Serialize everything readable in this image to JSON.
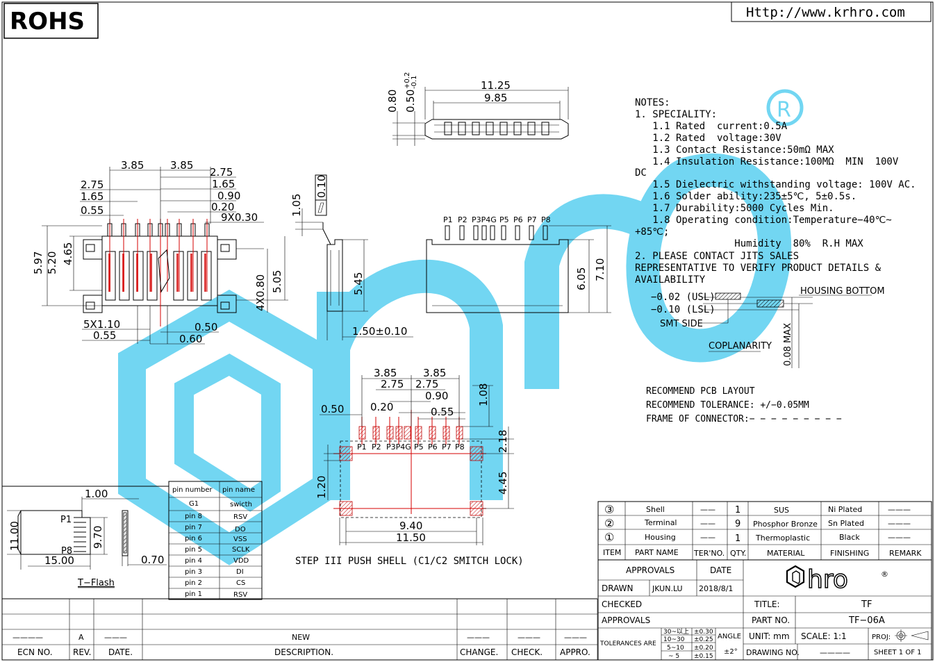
{
  "header": {
    "rohs": "ROHS",
    "url": "Http://www.krhro.com"
  },
  "colors": {
    "watermark": "#5ad0f0",
    "pad": "#d40000",
    "line": "#000000"
  },
  "top_view": {
    "d1": "11.25",
    "d2": "9.85",
    "d3": "0.80",
    "d4": "0.50",
    "tol_plus": "+0.2",
    "tol_minus": "-0.1"
  },
  "front_view": {
    "d385a": "3.85",
    "d385b": "3.85",
    "d275r": "2.75",
    "d275l": "2.75",
    "d165l": "1.65",
    "d165r": "1.65",
    "d090": "0.90",
    "d055": "0.55",
    "d020": "0.20",
    "d9x030": "9X0.30",
    "d597": "5.97",
    "d520": "5.20",
    "d465": "4.65",
    "d4x080": "4X0.80",
    "d505": "5.05",
    "d5x110": "5X1.10",
    "d055b": "0.55",
    "d050": "0.50",
    "d060": "0.60"
  },
  "side_view": {
    "d105": "1.05",
    "d010": "0.10",
    "d545": "5.45",
    "d150": "1.50±0.10"
  },
  "rear_view": {
    "pins": [
      "P1",
      "P2",
      "P3P4G",
      "P5",
      "P6",
      "P7",
      "P8"
    ],
    "d605": "6.05",
    "d710": "7.10"
  },
  "notes": {
    "lines": [
      "NOTES:",
      "1. SPECIALITY:",
      "   1.1 Rated  current:0.5A",
      "   1.2 Rated  voltage:30V",
      "   1.3 Contact Resistance:50mΩ MAX",
      "   1.4 Insulation Resistance:100MΩ  MIN  100V",
      "DC",
      "   1.5 Dielectric withstanding voltage: 100V AC.",
      "   1.6 Solder ability:235±5℃, 5±0.5s.",
      "   1.7 Durability:5000 Cycles Min.",
      "   1.8 Operating condition:Temperature−40℃~",
      "+85℃;",
      "                 Humidity  80%  R.H MAX",
      "2. PLEASE CONTACT JITS SALES",
      "REPRESENTATIVE TO VERIFY PRODUCT DETAILS &",
      "AVAILABILITY"
    ]
  },
  "coplanarity": {
    "usl": "−0.02 (USL)",
    "lsl": "−0.10 (LSL)",
    "smt": "SMT SIDE",
    "housing": "HOUSING BOTTOM",
    "title": "COPLANARITY",
    "max": "0.08 MAX"
  },
  "pcb": {
    "l1": "RECOMMEND PCB LAYOUT",
    "l2": "RECOMMEND TOLERANCE: +/−0.05MM",
    "l3": "FRAME OF CONNECTOR:− − − − − − − − −",
    "pins": [
      "P1",
      "P2",
      "P3P4G",
      "P5",
      "P6",
      "P7",
      "P8"
    ],
    "d385a": "3.85",
    "d385b": "3.85",
    "d275a": "2.75",
    "d275b": "2.75",
    "d020": "0.20",
    "d090": "0.90",
    "d050": "0.50",
    "d055": "0.55",
    "d108": "1.08",
    "d218": "2.18",
    "d120": "1.20",
    "d445": "4.45",
    "d940": "9.40",
    "d1150": "11.50",
    "caption": "STEP III PUSH SHELL (C1/C2 SMITCH LOCK)"
  },
  "tflash": {
    "d100": "1.00",
    "d1100": "11.00",
    "d970": "9.70",
    "d1500": "15.00",
    "d070": "0.70",
    "p1": "P1",
    "p8": "P8",
    "label": "T−Flash"
  },
  "pin_table": {
    "headers": [
      "pin number",
      "pin name"
    ],
    "rows": [
      [
        "G1",
        "swicth"
      ],
      [
        "pin 8",
        "RSV"
      ],
      [
        "pin 7",
        "DO"
      ],
      [
        "pin 6",
        "VSS"
      ],
      [
        "pin 5",
        "SCLK"
      ],
      [
        "pin 4",
        "VDD"
      ],
      [
        "pin 3",
        "DI"
      ],
      [
        "pin 2",
        "CS"
      ],
      [
        "pin 1",
        "RSV"
      ]
    ]
  },
  "bom": {
    "rows": [
      {
        "item": "③",
        "name": "Shell",
        "ter": "——",
        "qty": "1",
        "material": "SUS",
        "finish": "Ni Plated",
        "remark": "———"
      },
      {
        "item": "②",
        "name": "Terminal",
        "ter": "——",
        "qty": "9",
        "material": "Phosphor Bronze",
        "finish": "Sn Plated",
        "remark": "———"
      },
      {
        "item": "①",
        "name": "Housing",
        "ter": "——",
        "qty": "1",
        "material": "Thermoplastic",
        "finish": "Black",
        "remark": "———"
      }
    ],
    "headers": [
      "ITEM",
      "PART NAME",
      "TER'NO.",
      "QTY.",
      "MATERIAL",
      "FINISHING",
      "REMARK"
    ]
  },
  "title_block": {
    "approvals": "APPROVALS",
    "date": "DATE",
    "drawn": "DRAWN",
    "drawn_by": "JKUN.LU",
    "drawn_date": "2018/8/1",
    "checked": "CHECKED",
    "approvals2": "APPROVALS",
    "logo": "hro",
    "title_label": "TITLE:",
    "title": "TF",
    "partno_label": "PART NO.",
    "partno": "TF−06A",
    "tolerances": "TOLERANCES ARE",
    "tol_ranges": [
      "30~以上",
      "10~30",
      "5~10",
      "~ 5"
    ],
    "tol_values": [
      "±0.30",
      "±0.25",
      "±0.20",
      "±0.15"
    ],
    "angle": "ANGLE",
    "angle_val": "±2°",
    "unit": "UNIT: mm",
    "scale": "SCALE:  1:1",
    "proj": "PROJ:",
    "drawing_no": "DRAWING NO.",
    "drawing_no_val": "————",
    "sheet": "SHEET  1  OF  1"
  },
  "revision": {
    "headers": [
      "ECN NO.",
      "REV.",
      "DATE.",
      "DESCRIPTION.",
      "CHANGE.",
      "CHECK.",
      "APPRO."
    ],
    "row": [
      "————",
      "A",
      "———",
      "NEW",
      "———",
      "———",
      "———"
    ]
  }
}
